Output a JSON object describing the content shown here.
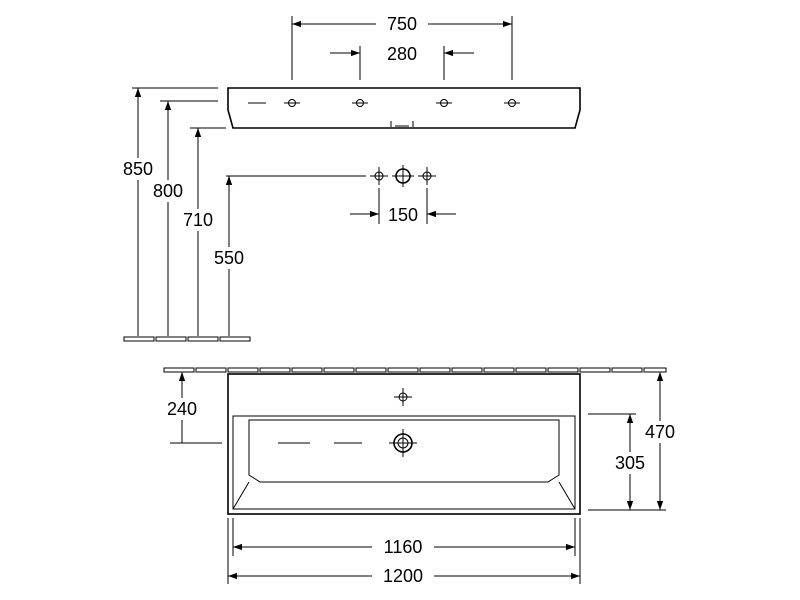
{
  "colors": {
    "line": "#000000",
    "background": "#ffffff"
  },
  "dimensions": {
    "width_overall_mounting": "750",
    "tap_spacing": "280",
    "tap_hole_spacing": "150",
    "height_top": "850",
    "height_rim": "800",
    "height_underside": "710",
    "height_waste": "550",
    "bowl_offset": "240",
    "depth_overall": "470",
    "bowl_depth": "305",
    "bowl_width": "1160",
    "width_overall": "1200"
  }
}
